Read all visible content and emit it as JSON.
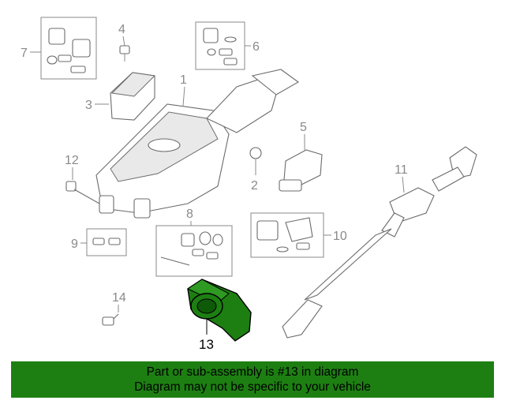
{
  "diagram": {
    "callouts": {
      "c1": "1",
      "c2": "2",
      "c3": "3",
      "c4": "4",
      "c5": "5",
      "c6": "6",
      "c7": "7",
      "c8": "8",
      "c9": "9",
      "c10": "10",
      "c11": "11",
      "c12": "12",
      "c13": "13",
      "c14": "14"
    },
    "highlighted_part": "13",
    "colors": {
      "highlight_fill": "#1d7f12",
      "banner_bg": "#1d7f12",
      "line": "#8a8a8a"
    }
  },
  "banner": {
    "line1": "Part or sub-assembly is #13 in diagram",
    "line2": "Diagram may not be specific to your vehicle"
  }
}
